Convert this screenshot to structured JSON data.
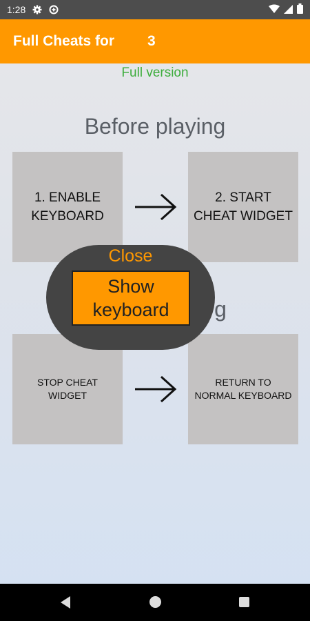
{
  "status_bar": {
    "time": "1:28",
    "icons_left": [
      "gear-icon",
      "data-saver-icon"
    ],
    "icons_right": [
      "wifi-icon",
      "cellular-icon",
      "battery-icon"
    ]
  },
  "app_bar": {
    "title": "Full Cheats for",
    "number": "3",
    "color": "#ff9800"
  },
  "full_version": "Full version",
  "sections": {
    "before": {
      "title": "Before playing",
      "step1": "1. ENABLE KEYBOARD",
      "step2": "2. START CHEAT WIDGET"
    },
    "after": {
      "title_partial": "g",
      "step1": "STOP CHEAT WIDGET",
      "step2": "RETURN TO NORMAL KEYBOARD"
    }
  },
  "overlay": {
    "close_label": "Close",
    "show_keyboard_label": "Show keyboard"
  },
  "nav_bar": {
    "icons": [
      "back-icon",
      "home-icon",
      "recents-icon"
    ]
  }
}
